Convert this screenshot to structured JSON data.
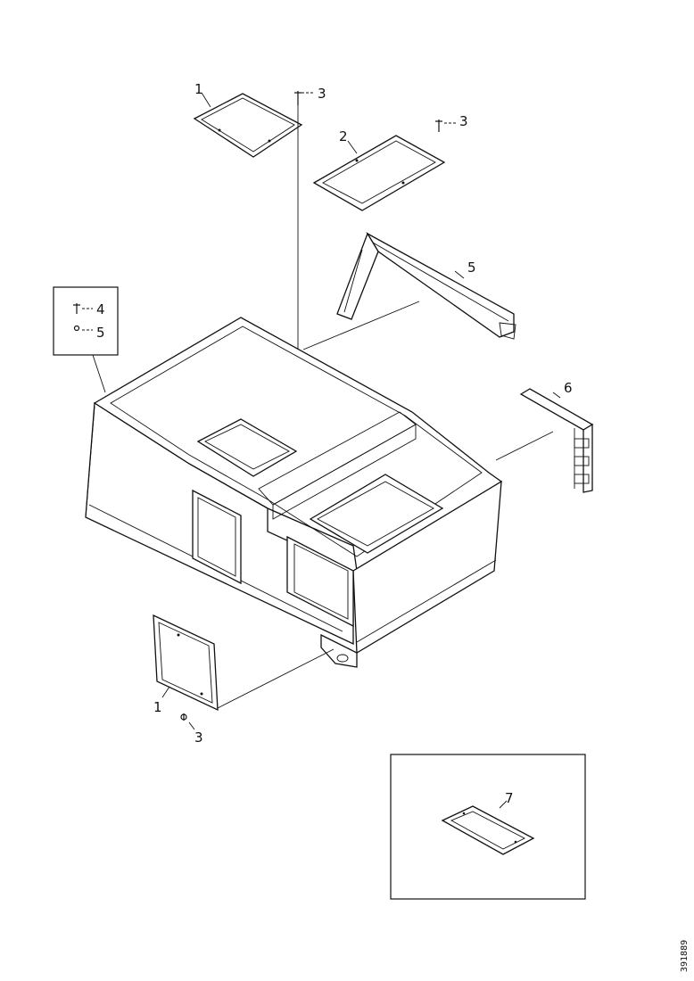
{
  "callouts": {
    "panel_top_left": "1",
    "panel_top_right": "2",
    "fastener_top_left": "3",
    "fastener_top_right": "3",
    "legend_item_a": "4",
    "legend_item_b": "5",
    "bracket_rear": "5",
    "bracket_side": "6",
    "panel_front": "1",
    "fastener_front": "3",
    "inset_panel": "7"
  },
  "drawing_reference": "391889"
}
